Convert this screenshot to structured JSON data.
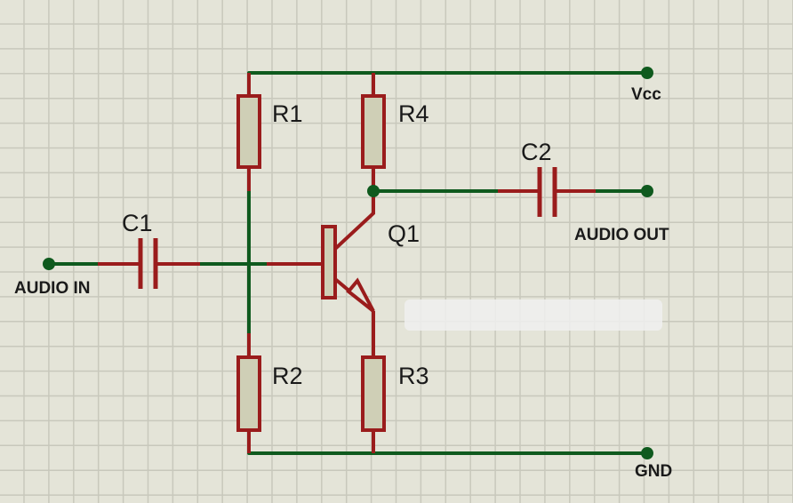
{
  "diagram": {
    "type": "schematic",
    "title": "Common-emitter audio amplifier",
    "colors": {
      "background": "#e4e4d8",
      "grid": "#c8c8bc",
      "wire": "#0f5a1e",
      "component": "#9a1c1c",
      "component_fill": "#cfcfb6",
      "text": "#1a1a1a",
      "watermark": "#f0f0f0"
    },
    "components": {
      "R1": {
        "label": "R1",
        "kind": "resistor"
      },
      "R2": {
        "label": "R2",
        "kind": "resistor"
      },
      "R3": {
        "label": "R3",
        "kind": "resistor"
      },
      "R4": {
        "label": "R4",
        "kind": "resistor"
      },
      "C1": {
        "label": "C1",
        "kind": "capacitor"
      },
      "C2": {
        "label": "C2",
        "kind": "capacitor"
      },
      "Q1": {
        "label": "Q1",
        "kind": "npn-transistor"
      }
    },
    "terminals": {
      "vcc": "Vcc",
      "gnd": "GND",
      "audio_in": "AUDIO IN",
      "audio_out": "AUDIO OUT"
    },
    "connections": [
      [
        "Vcc",
        "R1.top"
      ],
      [
        "Vcc",
        "R4.top"
      ],
      [
        "R1.bottom",
        "Q1.base"
      ],
      [
        "R2.top",
        "Q1.base"
      ],
      [
        "C1.right",
        "Q1.base"
      ],
      [
        "AUDIO IN",
        "C1.left"
      ],
      [
        "R4.bottom",
        "Q1.collector"
      ],
      [
        "Q1.collector",
        "C2.left"
      ],
      [
        "C2.right",
        "AUDIO OUT"
      ],
      [
        "Q1.emitter",
        "R3.top"
      ],
      [
        "R2.bottom",
        "GND"
      ],
      [
        "R3.bottom",
        "GND"
      ]
    ]
  }
}
